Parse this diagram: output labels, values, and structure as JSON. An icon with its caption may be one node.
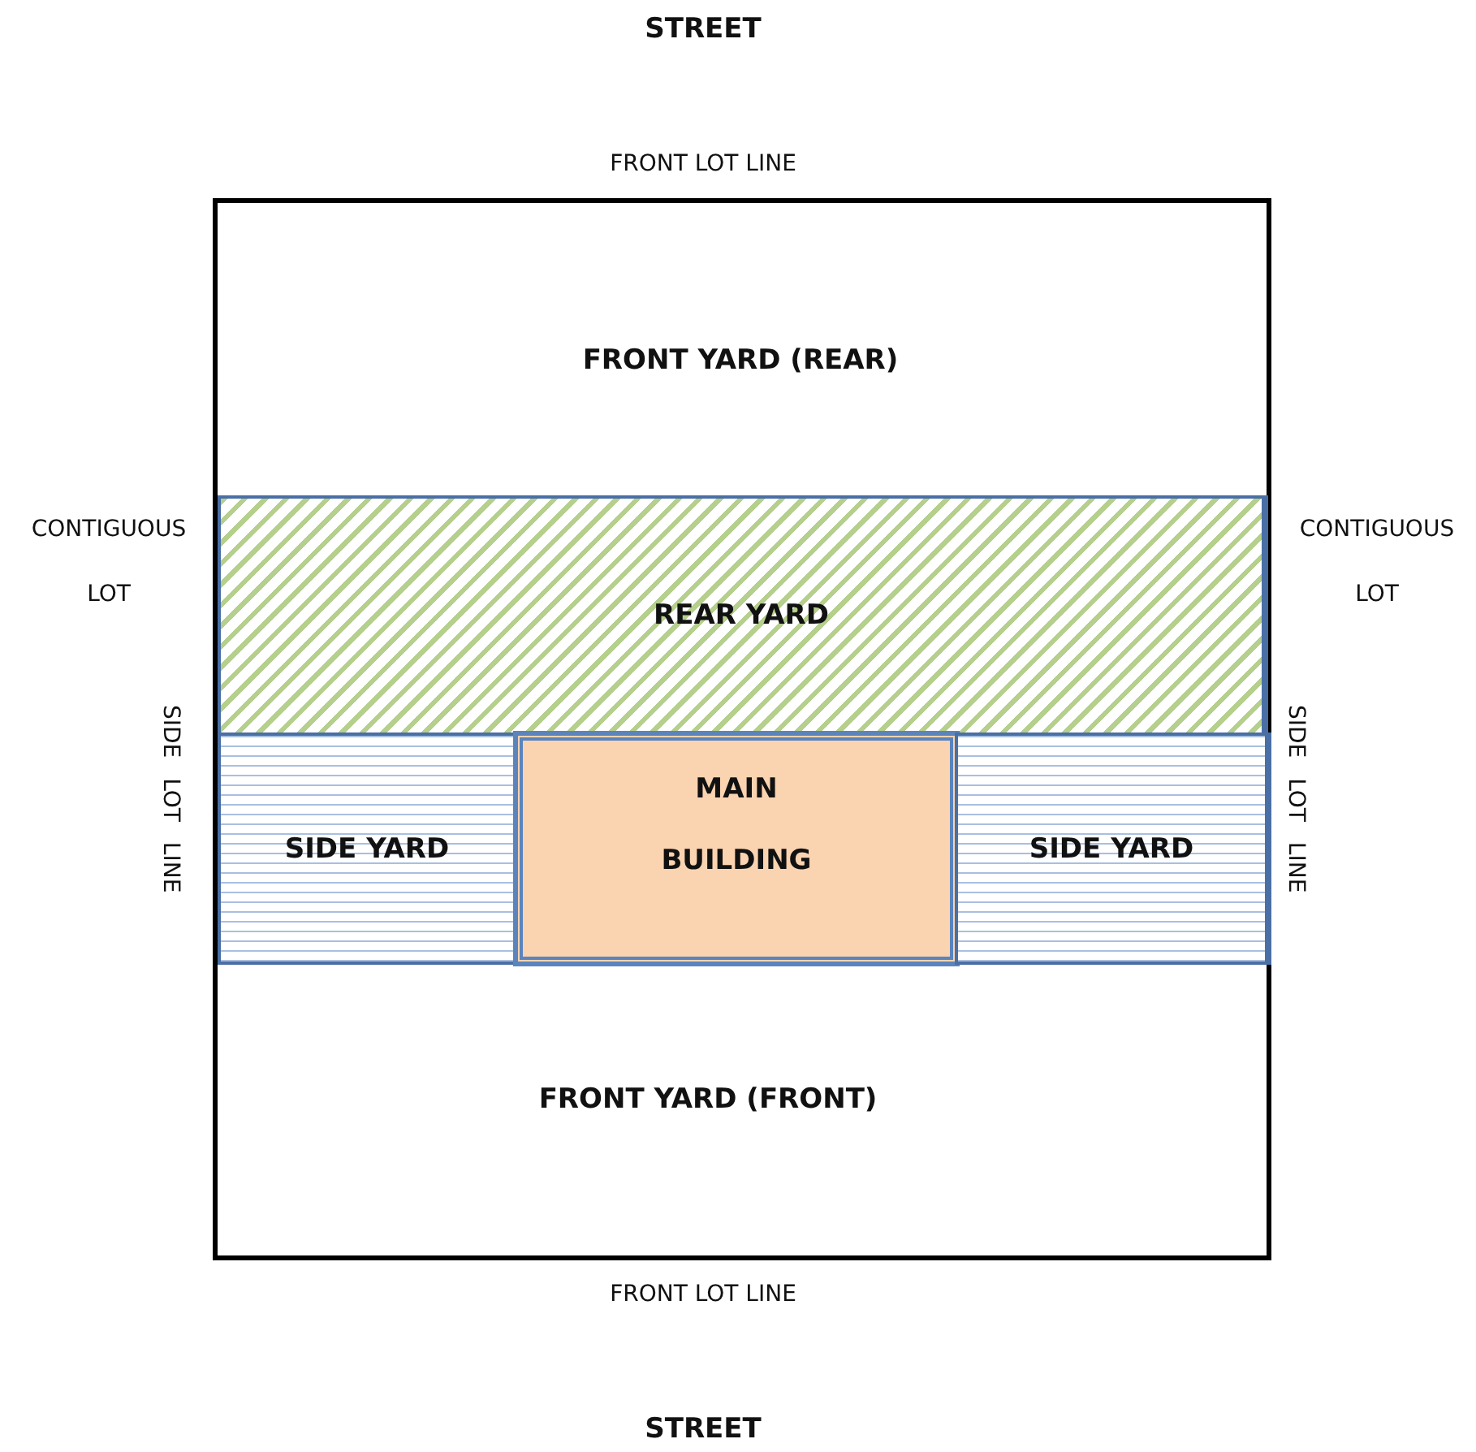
{
  "diagram": {
    "nodes": [
      {
        "text": [],
        "shape": "box"
      },
      {
        "text": [
          "REAR YARD"
        ],
        "in": 0
      },
      {
        "text": [
          "SIDE YARD"
        ],
        "in": 0
      },
      {
        "text": [
          "MAIN BUILDING"
        ],
        "in": 0
      },
      {
        "text": [
          "SIDE YARD"
        ],
        "in": 0
      }
    ],
    "edges": [],
    "labels": [
      "STREET",
      "FRONT LOT LINE",
      "FRONT YARD (REAR)",
      "CONTIGUOUS LOT",
      "CONTIGUOUS LOT",
      "SIDE LOT LINE",
      "SIDE LOT LINE",
      "FRONT YARD (FRONT)",
      "FRONT LOT LINE",
      "STREET"
    ]
  }
}
